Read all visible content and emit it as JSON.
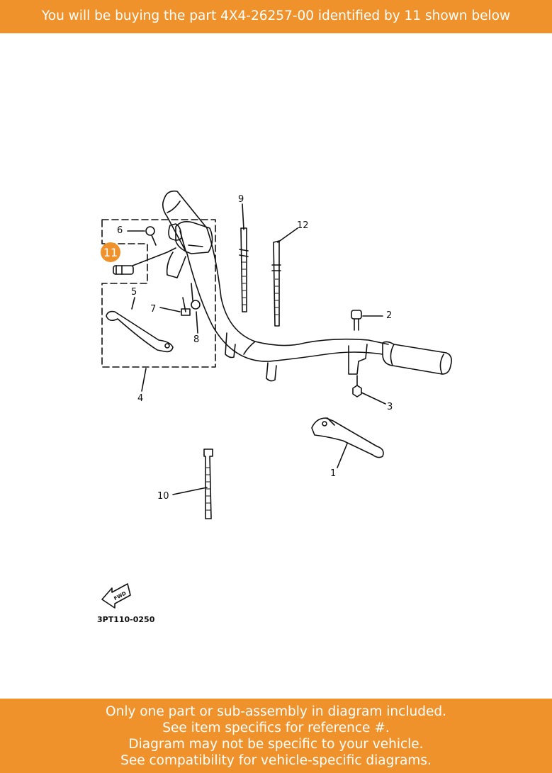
{
  "header": {
    "text": "You will be buying the part 4X4-26257-00 identified by 11 shown below"
  },
  "diagram": {
    "callouts": [
      "1",
      "2",
      "3",
      "4",
      "5",
      "6",
      "7",
      "8",
      "9",
      "10",
      "11",
      "12"
    ],
    "highlight_color": "#f0922b",
    "fwd_label": "FWD",
    "code": "3PT110-0250"
  },
  "footer": {
    "lines": [
      "Only one part or sub-assembly in diagram included.",
      "See item specifics for reference #.",
      "Diagram may not be specific to your vehicle.",
      "See compatibility for vehicle-specific diagrams."
    ]
  }
}
